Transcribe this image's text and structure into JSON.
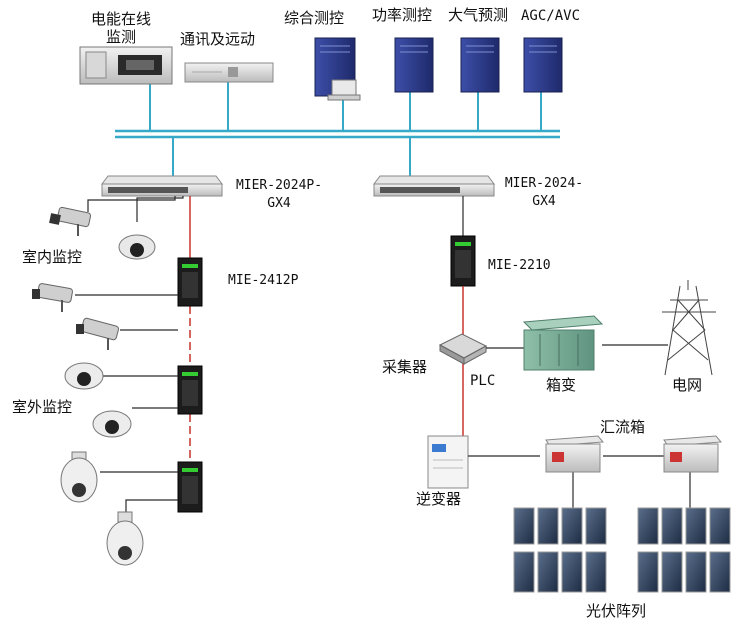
{
  "servers": {
    "power_quality": "电能在线\n监测",
    "comms": "通讯及远动",
    "integrated": "综合测控",
    "power_ctrl": "功率测控",
    "weather": "大气预测",
    "agc": "AGC/AVC"
  },
  "switches": {
    "left_core": "MIER-2024P-\nGX4",
    "right_core": "MIER-2024-\nGX4",
    "left_field": "MIE-2412P",
    "right_field": "MIE-2210"
  },
  "labels": {
    "indoor": "室内监控",
    "outdoor": "室外监控",
    "collector": "采集器",
    "plc": "PLC",
    "box_transformer": "箱变",
    "grid": "电网",
    "inverter": "逆变器",
    "combiner": "汇流箱",
    "pv_array": "光伏阵列"
  },
  "colors": {
    "bus": "#36a9c9",
    "link": "#2a2a2a",
    "fiber": "#c8342c",
    "server_blue": "#2f3f8f"
  }
}
